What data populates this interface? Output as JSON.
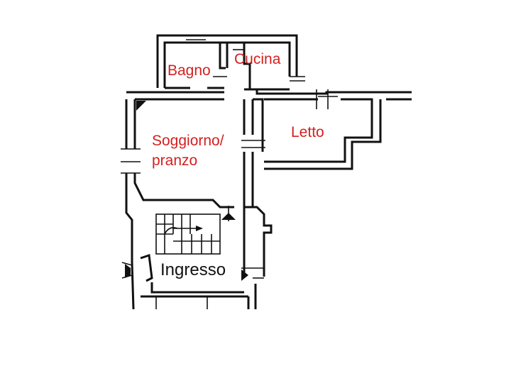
{
  "rooms": {
    "bagno": "Bagno",
    "cucina": "Cucina",
    "soggiorno_line1": "Soggiorno/",
    "soggiorno_line2": "pranzo",
    "letto": "Letto",
    "ingresso": "Ingresso"
  },
  "colors": {
    "room_label": "#d41f1f",
    "entry_label": "#111111",
    "walls": "#111111",
    "background": "#ffffff"
  }
}
